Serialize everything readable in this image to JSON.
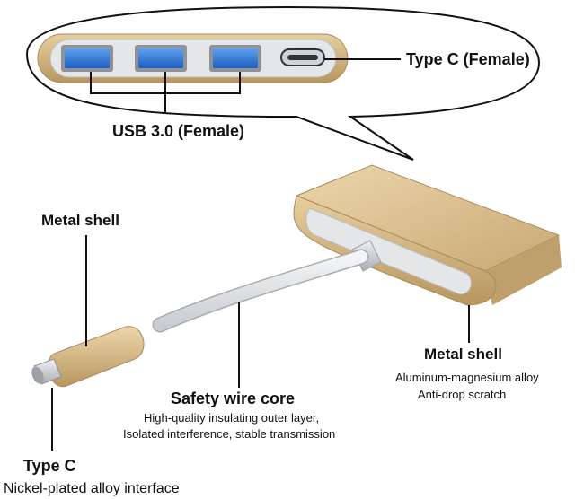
{
  "callout_top": {
    "type_c_port_label": "Type C (Female)",
    "usb_ports_label": "USB 3.0 (Female)",
    "usb_port_count": 3,
    "usb_port_color": "#2a6fd0"
  },
  "labels": {
    "metal_shell_plug": "Metal shell",
    "metal_shell_body": "Metal shell",
    "metal_shell_body_line1": "Aluminum-magnesium alloy",
    "metal_shell_body_line2": "Anti-drop scratch",
    "wire_core_title": "Safety wire core",
    "wire_core_line1": "High-quality insulating outer layer,",
    "wire_core_line2": "Isolated interference, stable transmission",
    "type_c_plug_title": "Type C",
    "type_c_plug_desc": "Nickel-plated alloy interface"
  },
  "colors": {
    "gold": "#d9bd8c",
    "gold_dark": "#b89a68",
    "silver": "#cfd2d6",
    "cable": "#e6e8ea"
  }
}
